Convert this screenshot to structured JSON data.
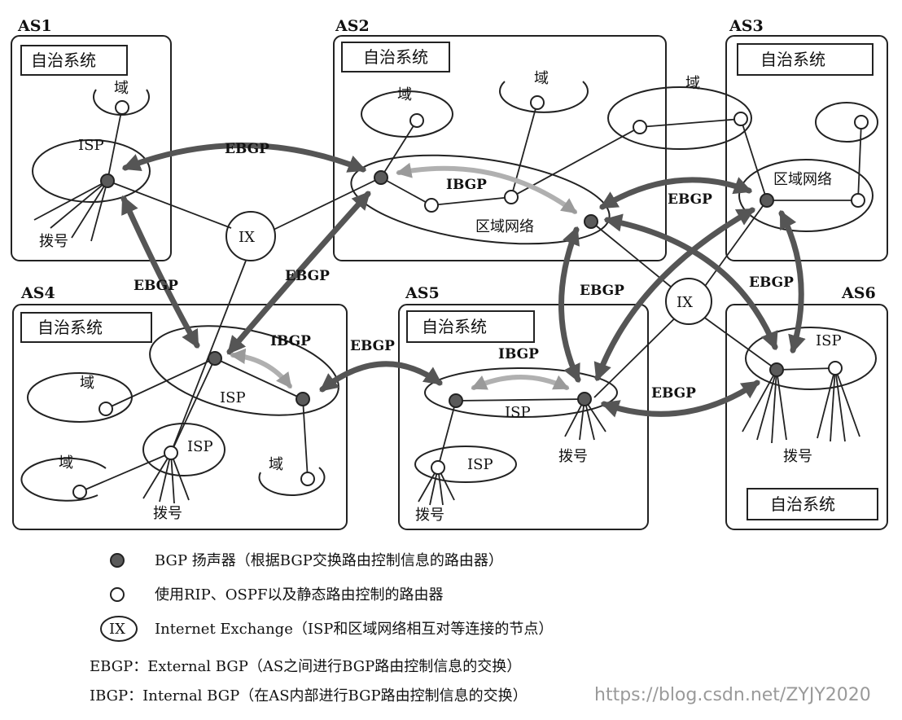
{
  "as_labels": {
    "as1": "AS1",
    "as2": "AS2",
    "as3": "AS3",
    "as4": "AS4",
    "as5": "AS5",
    "as6": "AS6"
  },
  "autonomous_system": "自治系统",
  "domain": "域",
  "isp": "ISP",
  "regional_network": "区域网络",
  "dialup": "拨号",
  "ix": "IX",
  "ebgp": "EBGP",
  "ibgp": "IBGP",
  "legend": {
    "bgp_speaker": "BGP 扬声器（根据BGP交换路由控制信息的路由器）",
    "other_router": "使用RIP、OSPF以及静态路由控制的路由器",
    "ix_symbol": "IX",
    "ix": "Internet Exchange（ISP和区域网络相互对等连接的节点）",
    "ebgp": "EBGP：External BGP（AS之间进行BGP路由控制信息的交换）",
    "ibgp": "IBGP：Internal BGP（在AS内部进行BGP路由控制信息的交换）"
  },
  "watermark": "https://blog.csdn.net/ZYJY2020",
  "colors": {
    "arrow_fill": "#8a8a8a",
    "ibgp_fill": "#bdbdbd",
    "bgp_node": "#5a5a5a",
    "stroke": "#222222"
  }
}
